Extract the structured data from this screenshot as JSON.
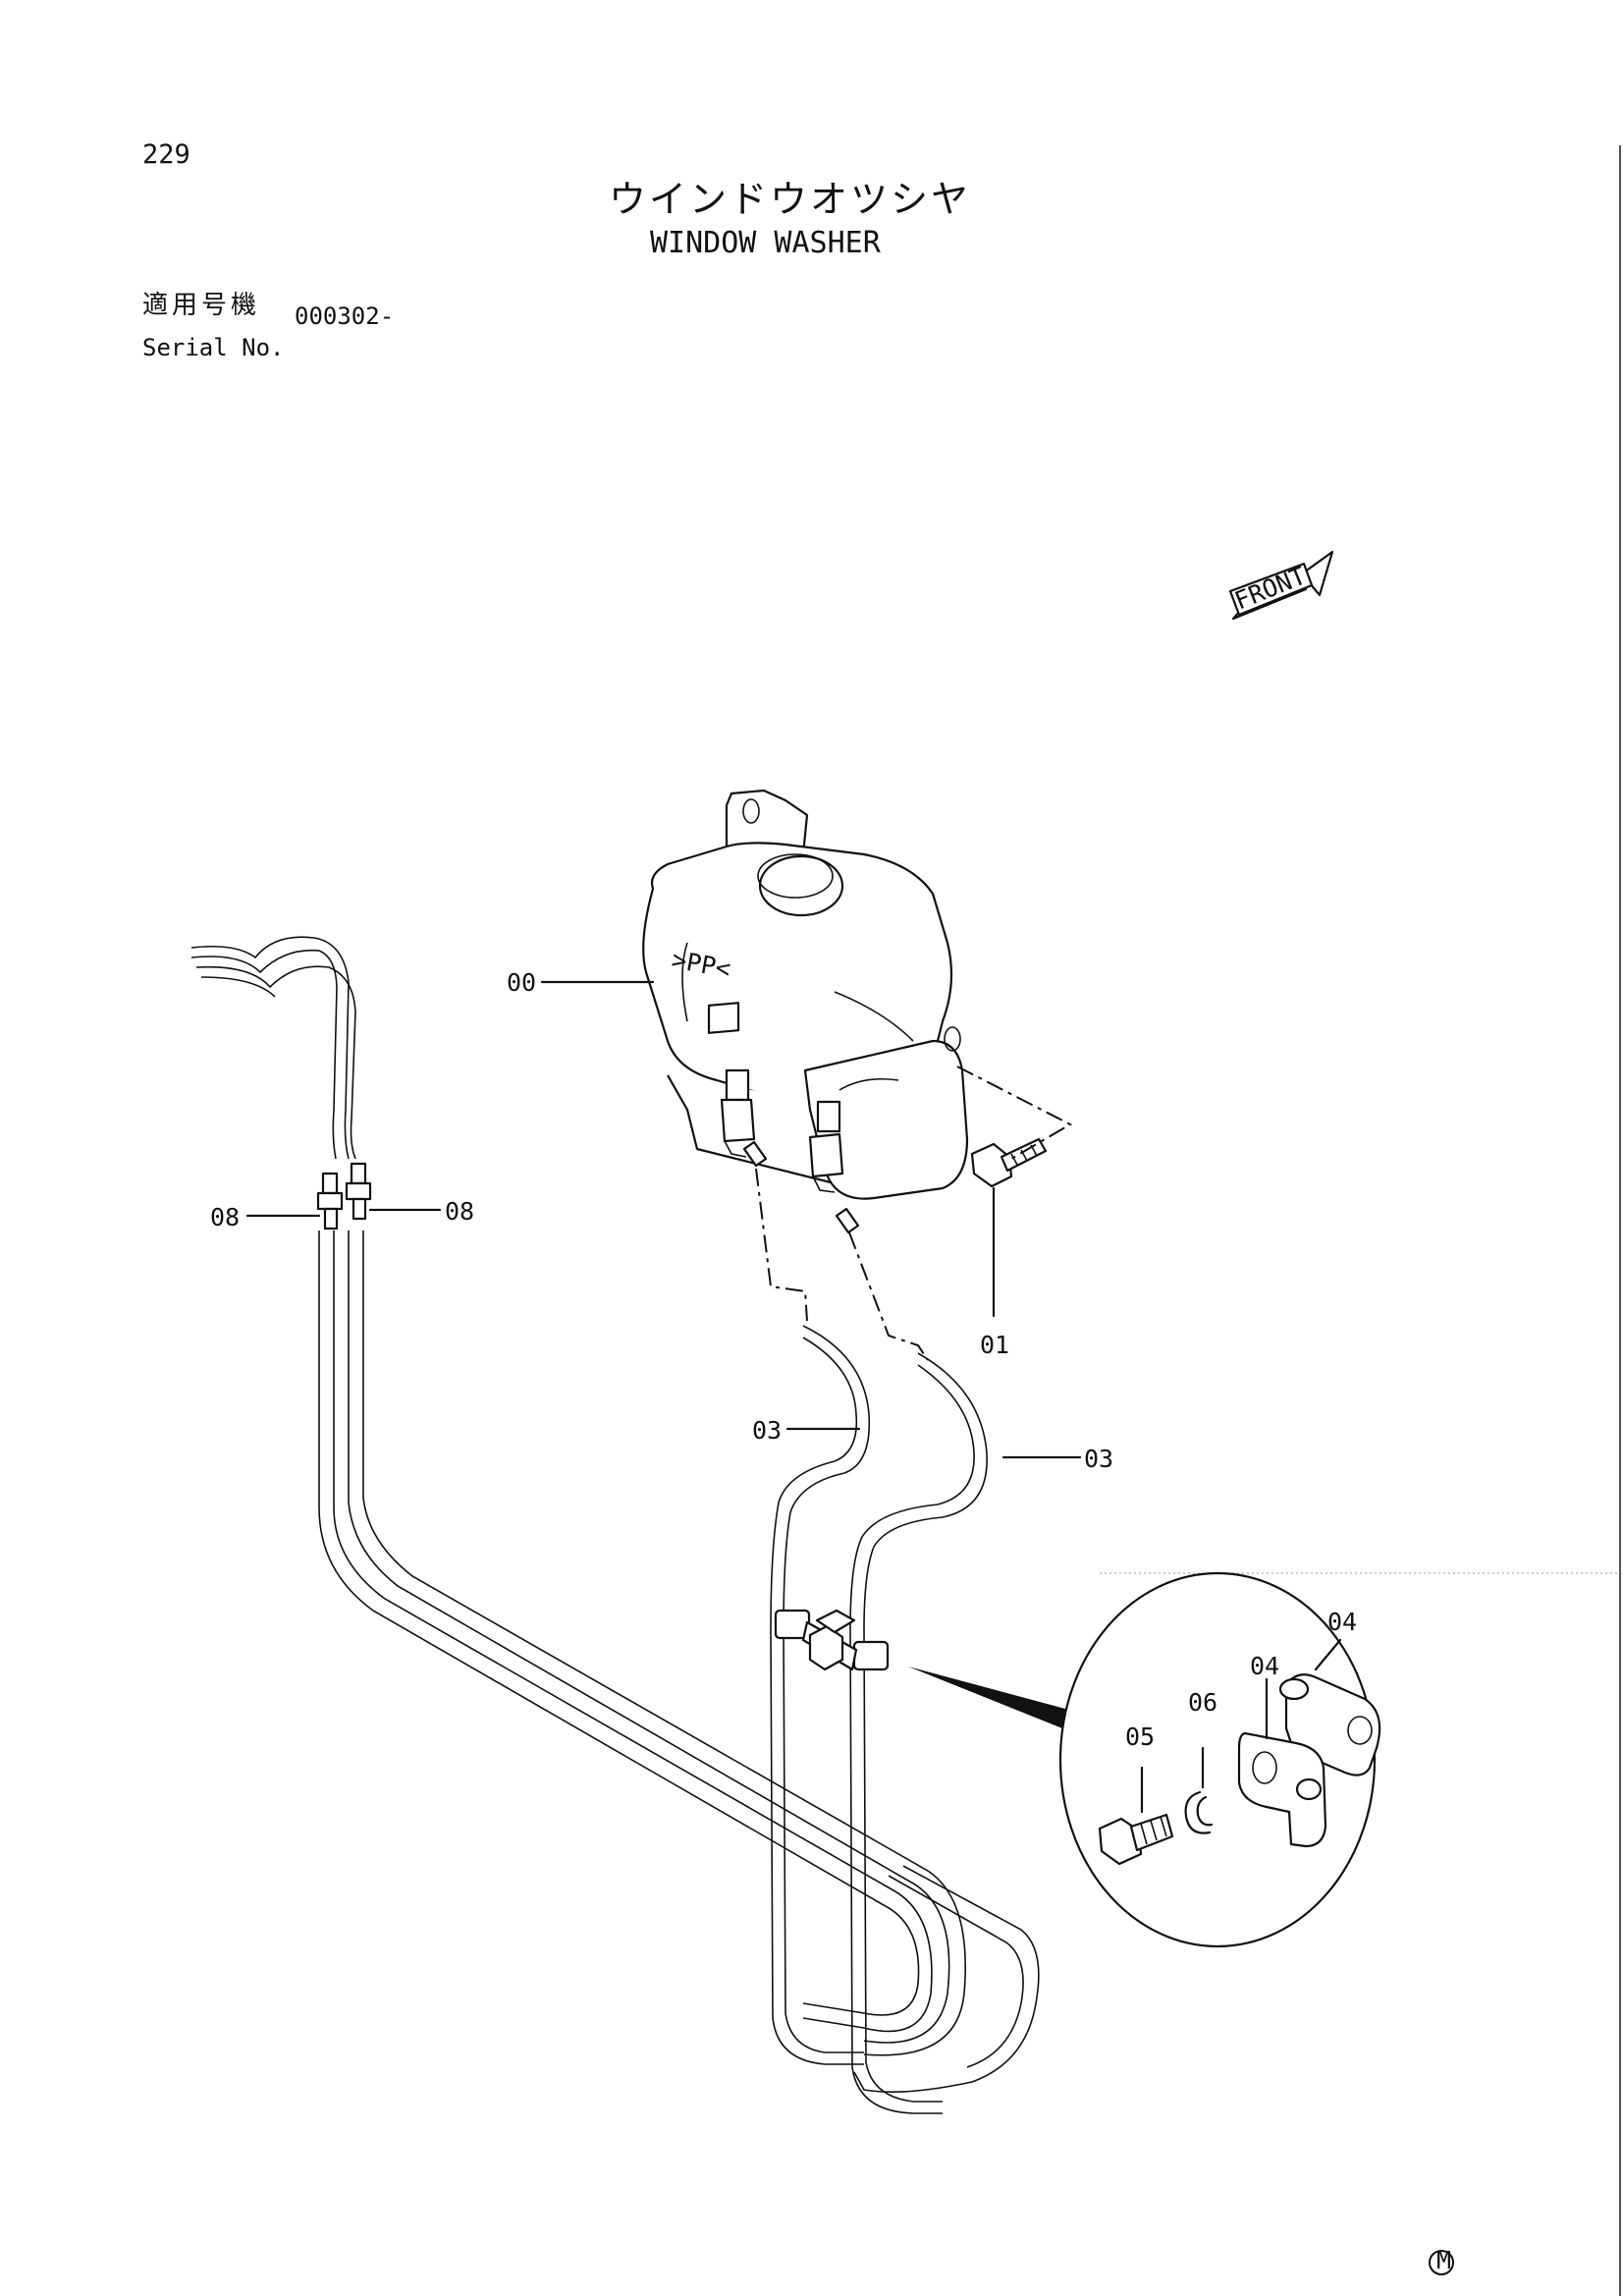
{
  "header": {
    "page_number": "229",
    "title_jp": "ウインドウオツシヤ",
    "title_en": "WINDOW WASHER",
    "serial_label_jp": "適用号機",
    "serial_label_en": "Serial No.",
    "serial_value": "000302-"
  },
  "diagram": {
    "front_label": "FRONT",
    "tank_mark": ">PP<",
    "callouts": [
      {
        "id": "tank",
        "label": "00"
      },
      {
        "id": "bolt",
        "label": "01"
      },
      {
        "id": "hose-left",
        "label": "03"
      },
      {
        "id": "hose-right",
        "label": "03"
      },
      {
        "id": "joint-left",
        "label": "08"
      },
      {
        "id": "joint-right",
        "label": "08"
      },
      {
        "id": "clamp-upper",
        "label": "04"
      },
      {
        "id": "clamp-lower",
        "label": "04"
      },
      {
        "id": "clamp-bolt",
        "label": "05"
      },
      {
        "id": "washer",
        "label": "06"
      }
    ],
    "manufacturer_mark": "M"
  }
}
